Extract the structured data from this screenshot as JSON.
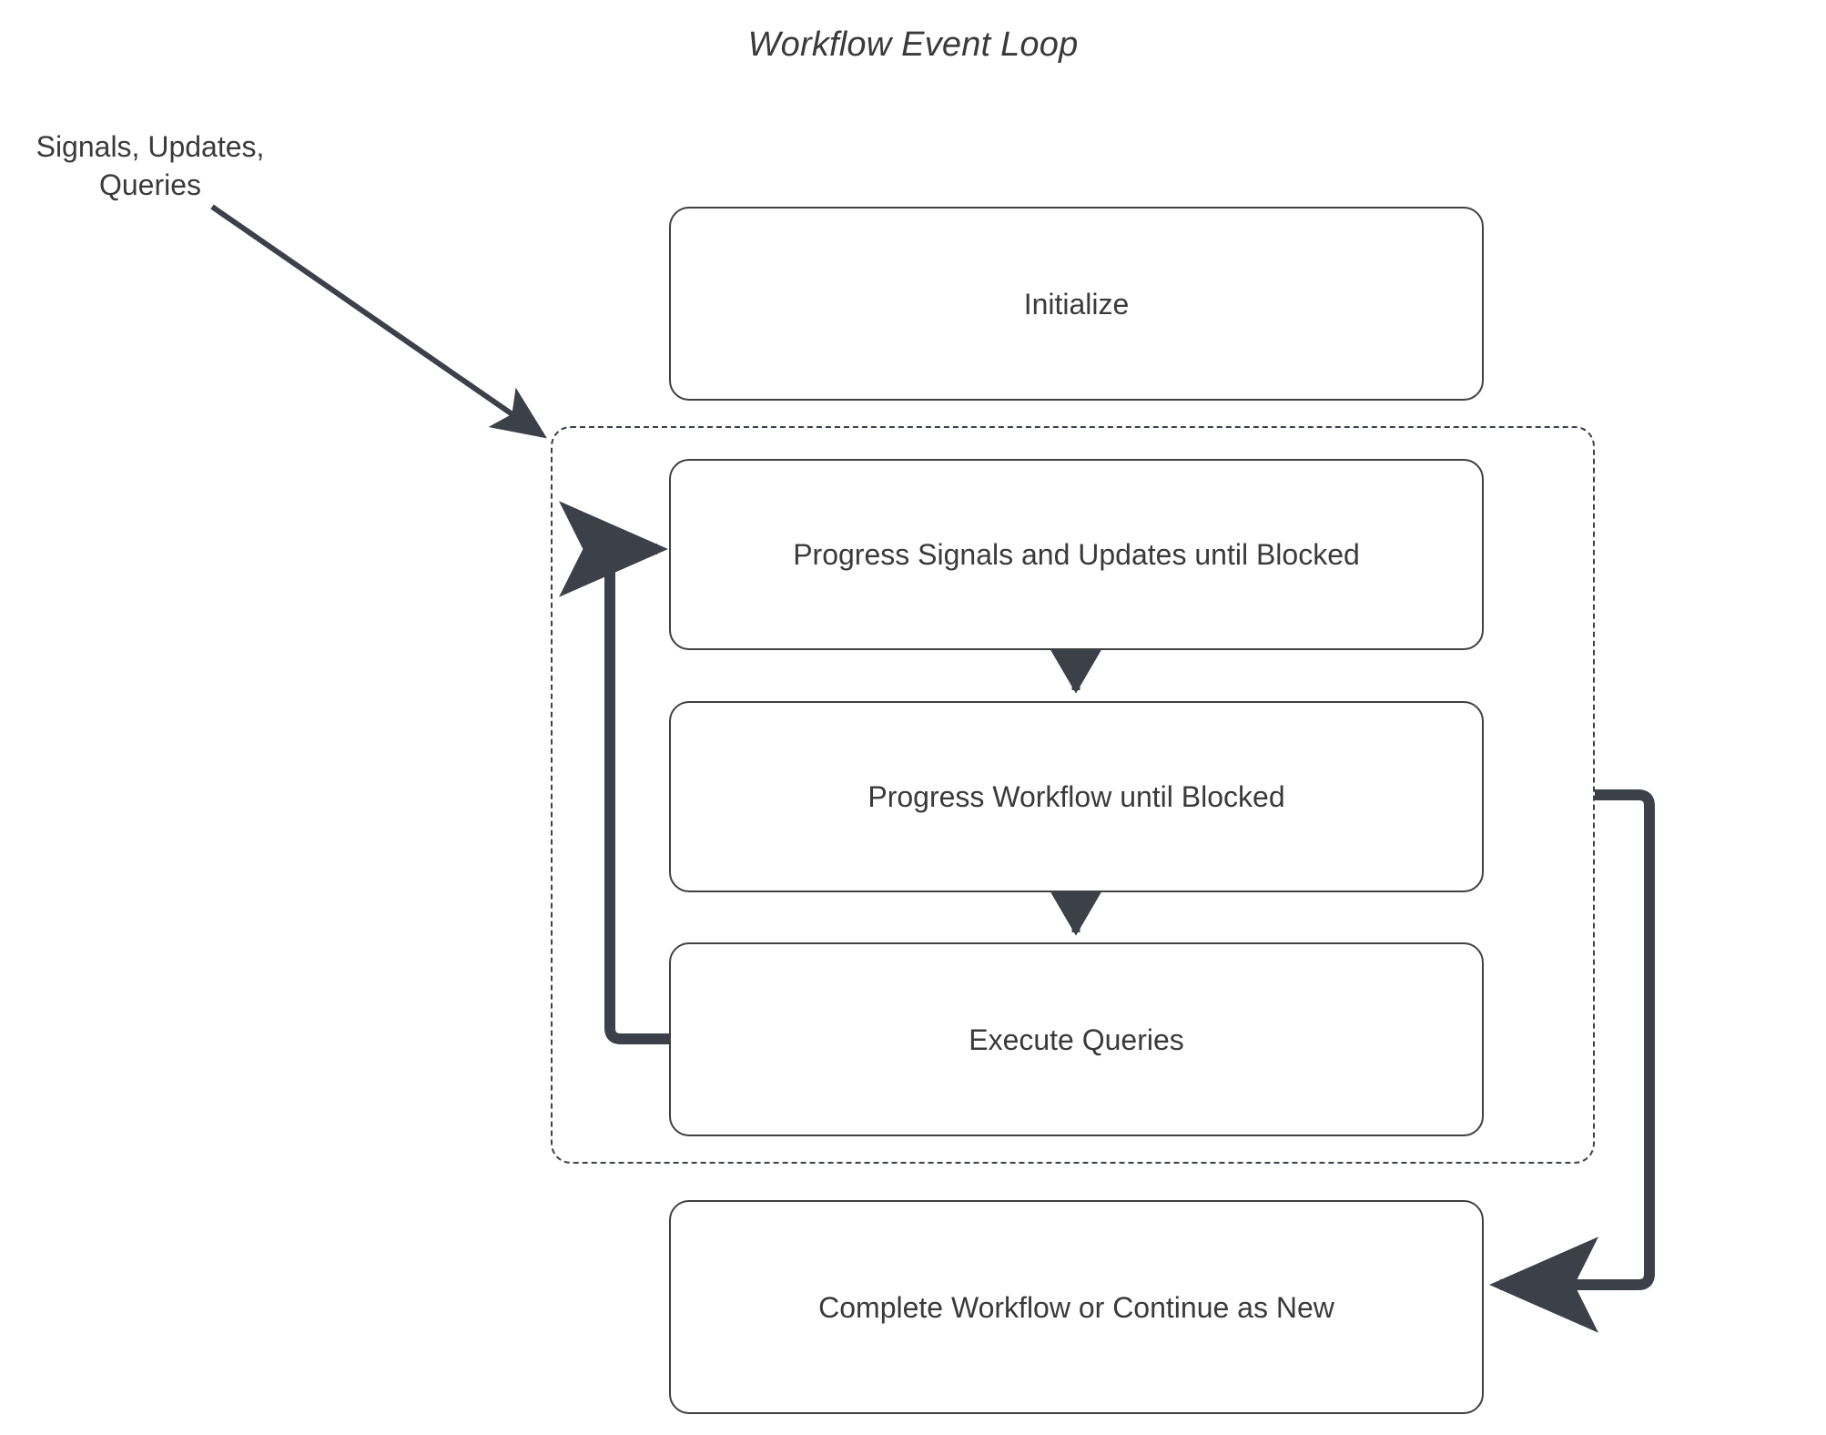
{
  "diagram": {
    "title": "Workflow Event Loop",
    "type": "flowchart",
    "external_input_label": "Signals, Updates,\nQueries",
    "external_input_line1": "Signals, Updates,",
    "external_input_line2": "Queries",
    "colors": {
      "edge": "#3c4049",
      "node_border": "#404040",
      "node_fill": "#ffffff",
      "text": "#3a3a3a",
      "background": "#ffffff",
      "container_border": "#3c4049"
    },
    "nodes": [
      {
        "id": "initialize",
        "label": "Initialize",
        "inside_loop": false
      },
      {
        "id": "progress-signals",
        "label": "Progress Signals and Updates until Blocked",
        "inside_loop": true
      },
      {
        "id": "progress-workflow",
        "label": "Progress Workflow until Blocked",
        "inside_loop": true
      },
      {
        "id": "execute-queries",
        "label": "Execute Queries",
        "inside_loop": true
      },
      {
        "id": "complete",
        "label": "Complete Workflow or Continue as New",
        "inside_loop": false
      }
    ],
    "container": {
      "id": "event-loop-container",
      "style": "dashed",
      "label": ""
    },
    "edges": [
      {
        "from": "external-input",
        "to": "event-loop-container",
        "style": "solid-diagonal",
        "arrow": true
      },
      {
        "from": "progress-signals",
        "to": "progress-workflow",
        "style": "solid-vertical",
        "arrow": true
      },
      {
        "from": "progress-workflow",
        "to": "execute-queries",
        "style": "solid-vertical",
        "arrow": true
      },
      {
        "from": "execute-queries",
        "to": "progress-signals",
        "style": "thick-loop-left",
        "arrow": true
      },
      {
        "from": "event-loop-container",
        "to": "complete",
        "style": "thick-loop-right",
        "arrow": true
      }
    ]
  }
}
